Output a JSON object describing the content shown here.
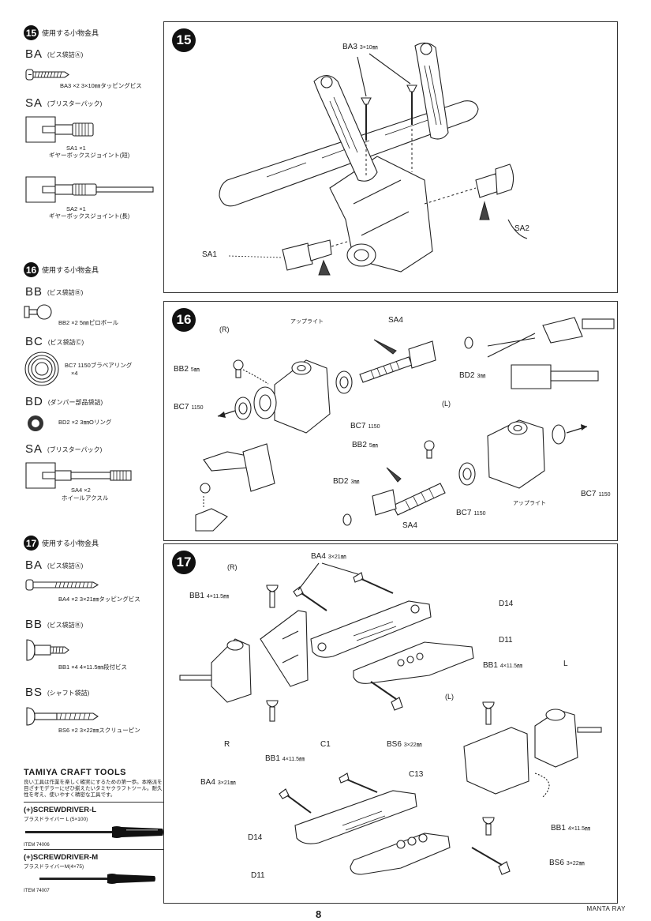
{
  "steps": {
    "s15": {
      "number": "15",
      "heading": "使用する小物金具",
      "bags": [
        {
          "code": "BA",
          "name": "(ビス袋詰Ⓐ)",
          "captions": [
            {
              "text": "BA3 ×2 3×10㎜タッピングビス"
            }
          ]
        },
        {
          "code": "SA",
          "name": "(ブリスターパック)",
          "captions": [
            {
              "text": "SA1 ×1",
              "sub": "ギヤーボックスジョイント(短)"
            },
            {
              "text": "SA2 ×1",
              "sub": "ギヤーボックスジョイント(長)"
            }
          ]
        }
      ]
    },
    "s16": {
      "number": "16",
      "heading": "使用する小物金具",
      "bags": [
        {
          "code": "BB",
          "name": "(ビス袋詰Ⓑ)",
          "captions": [
            {
              "text": "BB2 ×2 5㎜ピロボール"
            }
          ]
        },
        {
          "code": "BC",
          "name": "(ビス袋詰Ⓒ)",
          "captions": [
            {
              "text": "BC7 1150ブラベアリング",
              "sub": "×4"
            }
          ]
        },
        {
          "code": "BD",
          "name": "(ダンパー部品袋詰)",
          "captions": [
            {
              "text": "BD2 ×2 3㎜Oリング"
            }
          ]
        },
        {
          "code": "SA",
          "name": "(ブリスターパック)",
          "captions": [
            {
              "text": "SA4 ×2",
              "sub": "ホイールアクスル"
            }
          ]
        }
      ]
    },
    "s17": {
      "number": "17",
      "heading": "使用する小物金具",
      "bags": [
        {
          "code": "BA",
          "name": "(ビス袋詰Ⓐ)",
          "captions": [
            {
              "text": "BA4 ×2 3×21㎜タッピングビス"
            }
          ]
        },
        {
          "code": "BB",
          "name": "(ビス袋詰Ⓑ)",
          "captions": [
            {
              "text": "BB1 ×4 4×11.5㎜段付ビス"
            }
          ]
        },
        {
          "code": "BS",
          "name": "(シャフト袋詰)",
          "captions": [
            {
              "text": "BS6 ×2 3×22㎜スクリューピン"
            }
          ]
        }
      ]
    }
  },
  "panel15": {
    "ba3": {
      "code": "BA3",
      "size": "3×10㎜"
    },
    "sa1": "SA1",
    "sa2": "SA2"
  },
  "panel16": {
    "side_r": "(R)",
    "side_l": "(L)",
    "upright": "アップライト",
    "sa4": "SA4",
    "bb2": {
      "code": "BB2",
      "size": "5㎜"
    },
    "bc7": {
      "code": "BC7",
      "size": "1150"
    },
    "bd2": {
      "code": "BD2",
      "size": "3㎜"
    }
  },
  "panel17": {
    "side_r": "(R)",
    "side_l": "(L)",
    "ba4": {
      "code": "BA4",
      "size": "3×21㎜"
    },
    "bb1": {
      "code": "BB1",
      "size": "4×11.5㎜"
    },
    "bs6": {
      "code": "BS6",
      "size": "3×22㎜"
    },
    "d14": "D14",
    "d11": "D11",
    "c1": "C1",
    "c13": "C13",
    "r": "R",
    "l": "L"
  },
  "tools": {
    "brand": "TAMIYA CRAFT TOOLS",
    "description": "良い工具は作業を楽しく確実にするための第一歩。本格派を目ざすモデラーにぜひ揃えたいタミヤクラフトツール。耐久性を考え、使いやすく精密な工具です。",
    "items": [
      {
        "name": "(+)SCREWDRIVER-L",
        "sub": "プラスドライバー L (5×100)",
        "item": "ITEM 74006"
      },
      {
        "name": "(+)SCREWDRIVER-M",
        "sub": "プラスドライバーM(4×75)",
        "item": "ITEM 74007"
      }
    ]
  },
  "footer": {
    "model": "MANTA RAY",
    "page": "8"
  }
}
